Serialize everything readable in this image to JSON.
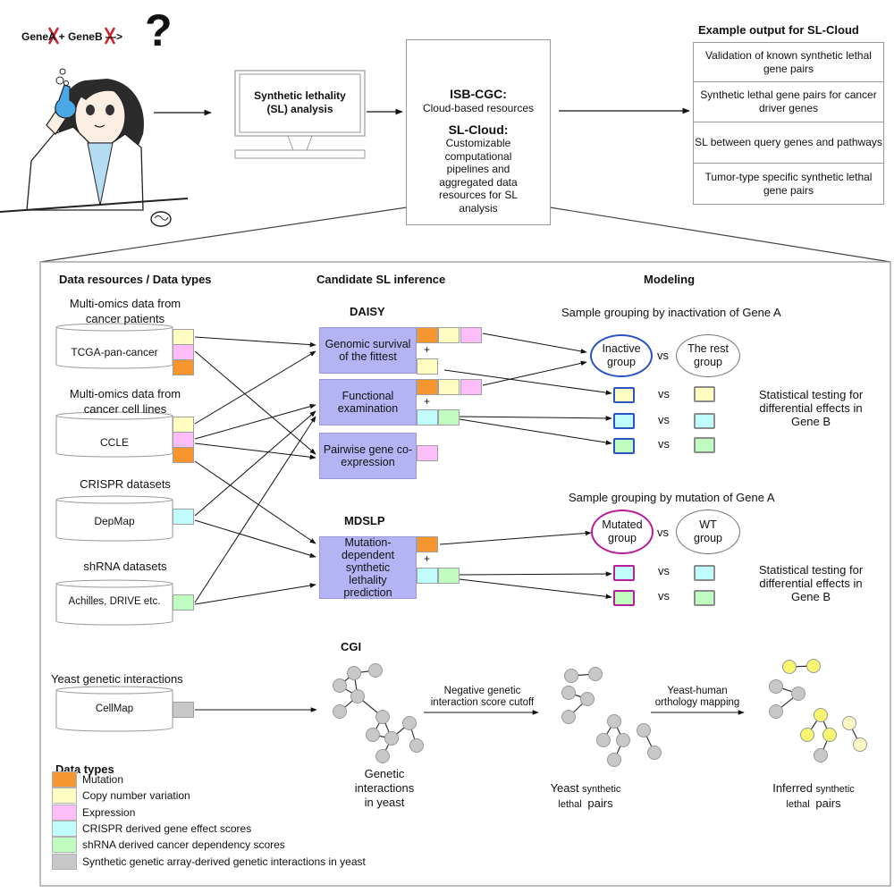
{
  "top": {
    "question": {
      "gene_a": "Gene",
      "gene_a_suffix": "A",
      "plus": "+",
      "gene_b": "Gene",
      "gene_b_suffix": "B",
      "arrow": "—>",
      "question_mark": "?"
    },
    "sl_analysis": {
      "line1": "Synthetic lethality",
      "line2": "(SL) analysis"
    },
    "cloud": {
      "isb_title": "ISB-CGC:",
      "isb_subtitle": "Cloud-based resources",
      "sl_title": "SL-Cloud:",
      "sl_desc_lines": [
        "Customizable",
        "computational",
        "pipelines and",
        "aggregated data",
        "resources for SL",
        "analysis"
      ]
    },
    "example_output": {
      "title": "Example output for SL-Cloud",
      "items": [
        "Validation of known synthetic lethal gene pairs",
        "Synthetic lethal  gene pairs for cancer driver genes",
        "SL between query genes and pathways",
        "Tumor-type specific synthetic lethal gene pairs"
      ]
    }
  },
  "panel": {
    "headers": {
      "data_resources": "Data resources /  Data types",
      "candidate": "Candidate SL inference",
      "modeling": "Modeling"
    },
    "resources": [
      {
        "title_lines": [
          "Multi-omics data from",
          "cancer patients"
        ],
        "db": "TCGA-pan-cancer"
      },
      {
        "title_lines": [
          "Multi-omics data from",
          "cancer cell lines"
        ],
        "db": "CCLE"
      },
      {
        "title_lines": [
          "CRISPR datasets"
        ],
        "db": "DepMap"
      },
      {
        "title_lines": [
          "shRNA datasets"
        ],
        "db": "Achilles, DRIVE etc."
      },
      {
        "title_lines": [
          "Yeast genetic interactions"
        ],
        "db": "CellMap"
      }
    ],
    "daisy": {
      "title": "DAISY",
      "methods": [
        "Genomic survival of  the fittest",
        "Functional examination",
        "Pairwise gene co-expression"
      ],
      "plus": "+"
    },
    "mdslp": {
      "title": "MDSLP",
      "method": "Mutation-dependent synthetic lethality prediction",
      "plus": "+"
    },
    "cgi": {
      "title": "CGI",
      "label_lines": [
        "Genetic",
        "interactions",
        "in yeast"
      ],
      "step1_lines": [
        "Negative genetic",
        "interaction score cutoff"
      ],
      "yeast_pairs": {
        "big": "Yeast",
        "small": "synthetic",
        "line2a": "lethal",
        "line2b": "pairs"
      },
      "step2_lines": [
        "Yeast-human",
        "orthology mapping"
      ],
      "inferred_pairs": {
        "big": "Inferred",
        "small": "synthetic",
        "line2a": "lethal",
        "line2b": "pairs"
      }
    },
    "modeling": {
      "inactivation": {
        "title": "Sample grouping by inactivation of Gene A",
        "group_a": "Inactive group",
        "group_b": "The rest group",
        "vs": "vs",
        "stat_lines": [
          "Statistical testing for",
          "differential effects in",
          "Gene B"
        ]
      },
      "mutation": {
        "title": "Sample grouping by mutation of Gene A",
        "group_a": "Mutated group",
        "group_b": "WT group",
        "vs": "vs",
        "stat_lines": [
          "Statistical testing for",
          "differential effects in",
          "Gene B"
        ]
      }
    },
    "legend": {
      "title": "Data types",
      "items": [
        {
          "label": "Mutation",
          "color": "#f7962f"
        },
        {
          "label": "Copy number variation",
          "color": "#fefcc0"
        },
        {
          "label": "Expression",
          "color": "#fcbdf8"
        },
        {
          "label": "CRISPR derived gene effect scores",
          "color": "#c0fcfc"
        },
        {
          "label": "shRNA derived cancer dependency scores",
          "color": "#c0fbc0"
        },
        {
          "label": "Synthetic genetic array-derived genetic interactions in yeast",
          "color": "#c8c8c8"
        }
      ]
    }
  },
  "colors": {
    "method_box": "#b4b4f5",
    "inactive_outline": "#2a53c4",
    "mutated_outline": "#b81d9e",
    "rest_outline": "#8c8c8c",
    "gene_x": "#d0202a",
    "node_gray": "#c8c8c8",
    "node_yellow": "#f8f570"
  }
}
